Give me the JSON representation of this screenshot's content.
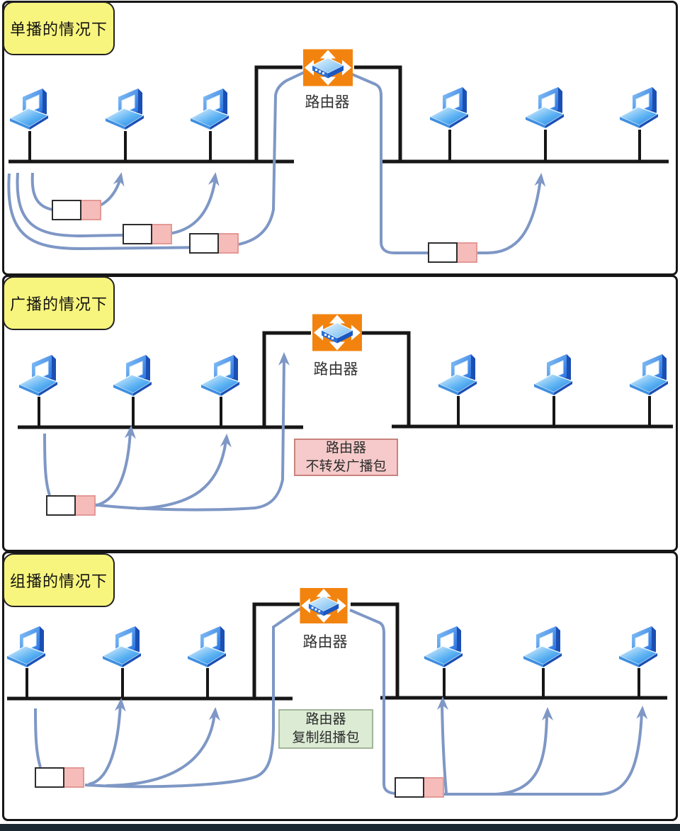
{
  "colors": {
    "arrow_blue": "#7e97c5",
    "wire_black": "#161616",
    "title_bg": "#f8f57e",
    "router_orange": "#f2830f",
    "packet_pink": "#f5bcba",
    "note_pink_bg": "#f6caca",
    "note_green_bg": "#dcebd4"
  },
  "icons": {
    "computer": "laptop-icon",
    "router": "router-cross-icon",
    "packet": "packet-box"
  },
  "panels": [
    {
      "id": "unicast",
      "title": "单播的情况下",
      "router_label": "路由器"
    },
    {
      "id": "broadcast",
      "title": "广播的情况下",
      "router_label": "路由器",
      "note": {
        "lines": [
          "路由器",
          "不转发广播包"
        ]
      }
    },
    {
      "id": "multicast",
      "title": "组播的情况下",
      "router_label": "路由器",
      "note": {
        "lines": [
          "路由器",
          "复制组播包"
        ]
      }
    }
  ]
}
